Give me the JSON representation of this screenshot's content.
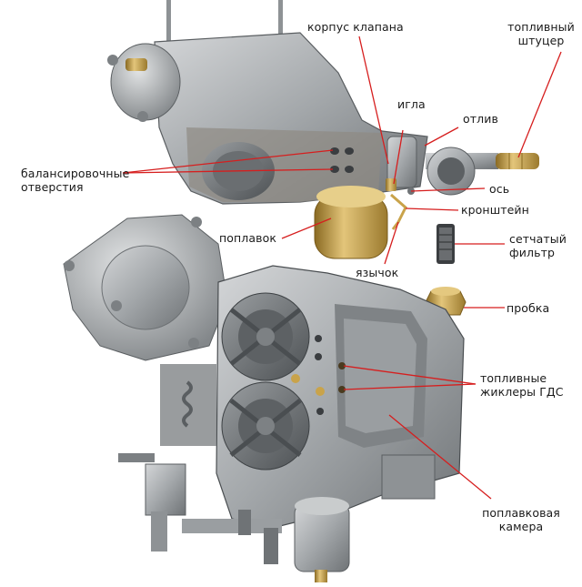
{
  "labels": {
    "valve_body": "корпус клапана",
    "fuel_fitting": [
      "топливный",
      "штуцер"
    ],
    "needle": "игла",
    "tab_casting": "отлив",
    "balance_holes": [
      "балансировочные",
      "отверстия"
    ],
    "axle": "ось",
    "bracket": "кронштейн",
    "float": "поплавок",
    "mesh_filter": [
      "сетчатый",
      "фильтр"
    ],
    "tongue": "язычок",
    "plug": "пробка",
    "main_jets": [
      "топливные",
      "жиклеры ГДС"
    ],
    "float_chamber": [
      "поплавковая",
      "камера"
    ]
  },
  "colors": {
    "leader": "#d61e1e",
    "metal_light": "#b9bcbe",
    "metal_mid": "#8e9295",
    "metal_dark": "#55595c",
    "brass": "#c9a34a",
    "brass_dark": "#8a6a22"
  }
}
